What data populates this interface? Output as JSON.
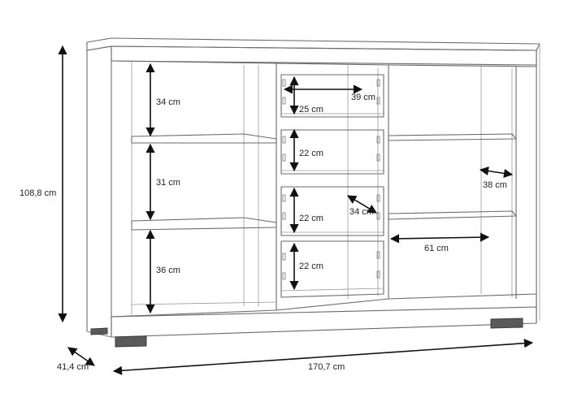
{
  "dimensions": {
    "height": "108,8 cm",
    "depth": "41,4 cm",
    "width": "170,7 cm",
    "left_top_compartment": "34 cm",
    "left_middle_compartment": "31 cm",
    "left_bottom_compartment": "36 cm",
    "drawer_1_height": "25 cm",
    "drawer_1_width": "39 cm",
    "drawer_2_height": "22 cm",
    "drawer_3_height": "22 cm",
    "drawer_3_depth": "34 cm",
    "drawer_4_height": "22 cm",
    "right_shelf_depth": "38 cm",
    "right_compartment_width": "61 cm"
  }
}
